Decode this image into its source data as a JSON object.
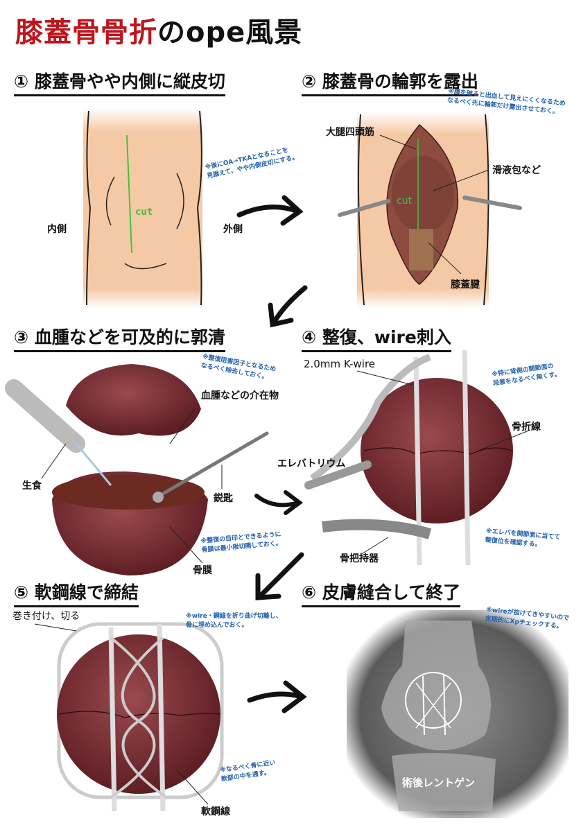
{
  "title": {
    "red": "膝蓋骨骨折",
    "black": "のope風景"
  },
  "steps": [
    {
      "label": "① 膝蓋骨やや内側に縦皮切",
      "labels": {
        "cut": "cut",
        "medial": "内側",
        "lateral": "外側"
      },
      "note": [
        "※後にOA→TKAとなることを",
        "見据えて、やや内側皮切にする。"
      ]
    },
    {
      "label": "② 膝蓋骨の輪郭を露出",
      "labels": {
        "quad": "大腿四頭筋",
        "bursa": "滑液包など",
        "cut": "cut",
        "tendon": "膝蓋腱"
      },
      "note": [
        "※膜を破ると出血して見えにくくなるため",
        "なるべく先に輪郭だけ露出させておく。"
      ]
    },
    {
      "label": "③ 血腫などを可及的に郭清",
      "labels": {
        "hematoma": "血腫などの介在物",
        "saline": "生食",
        "curette": "鋭匙",
        "periosteum": "骨膜"
      },
      "note": [
        "※整復阻害因子となるため",
        "なるべく除去しておく。"
      ],
      "note2": [
        "※整復の目印とできるように",
        "骨膜は最小限切開しておく。"
      ]
    },
    {
      "label": "④ 整復、wire刺入",
      "labels": {
        "kwire": "2.0mm K-wire",
        "fracture": "骨折線",
        "elevatorium": "エレバトリウム",
        "forceps": "骨把持器"
      },
      "note": [
        "※特に背側の関節面の",
        "段差をなるべく無くす。"
      ],
      "note2": [
        "※エレバを関節面に当てて",
        "整復位を確認する。"
      ]
    },
    {
      "label": "⑤ 軟鋼線で締結",
      "labels": {
        "twist": "巻き付け、切る",
        "wire": "軟鋼線"
      },
      "note": [
        "※wire・鋼線を折り曲げ切離し、",
        "骨に埋め込んでおく。"
      ],
      "note2": [
        "※なるべく骨に近い",
        "軟部の中を通す。"
      ]
    },
    {
      "label": "⑥ 皮膚縫合して終了",
      "labels": {
        "xray": "術後レントゲン"
      },
      "note": [
        "※wireが抜けてきやすいので",
        "定期的にXpチェックする。"
      ]
    }
  ],
  "colors": {
    "title_red": "#c0141c",
    "note_blue": "#1f5fae",
    "skin": "#f6c9a6",
    "bone": "#7a2e33",
    "cut_line": "#3ec43e"
  }
}
